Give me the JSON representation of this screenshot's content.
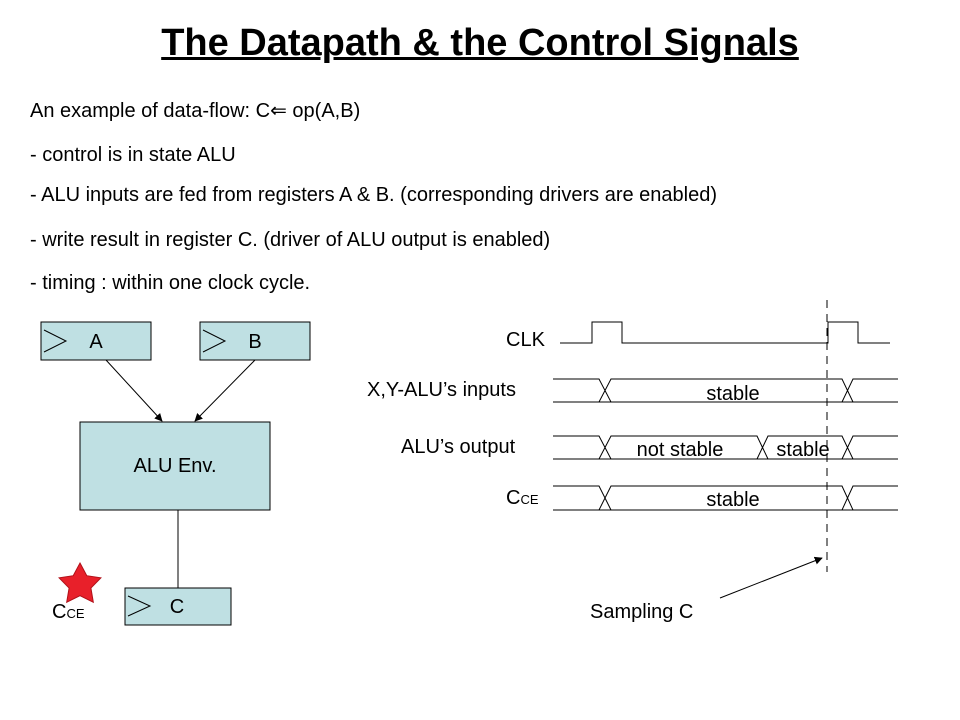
{
  "title": "The Datapath & the Control Signals",
  "lines": [
    "An example of data-flow: C⇐ op(A,B)",
    "- control is in state ALU",
    "- ALU inputs are fed from registers A & B. (corresponding drivers are enabled)",
    "- write result in register C. (driver of ALU output is enabled)",
    "- timing : within one clock cycle."
  ],
  "datapath": {
    "reg_a": "A",
    "reg_b": "B",
    "alu": "ALU Env.",
    "reg_c": "C",
    "cce_base": "C",
    "cce_sub": "CE"
  },
  "timing": {
    "clk_label": "CLK",
    "inputs_label": "X,Y-ALU’s inputs",
    "output_label": "ALU’s output",
    "cce_base": "C",
    "cce_sub": "CE",
    "inputs_state": "stable",
    "output_state_1": "not stable",
    "output_state_2": "stable",
    "cce_state": "stable",
    "sampling_label": "Sampling C"
  },
  "colors": {
    "box_fill": "#bfe0e3",
    "star": "#e8202a"
  }
}
